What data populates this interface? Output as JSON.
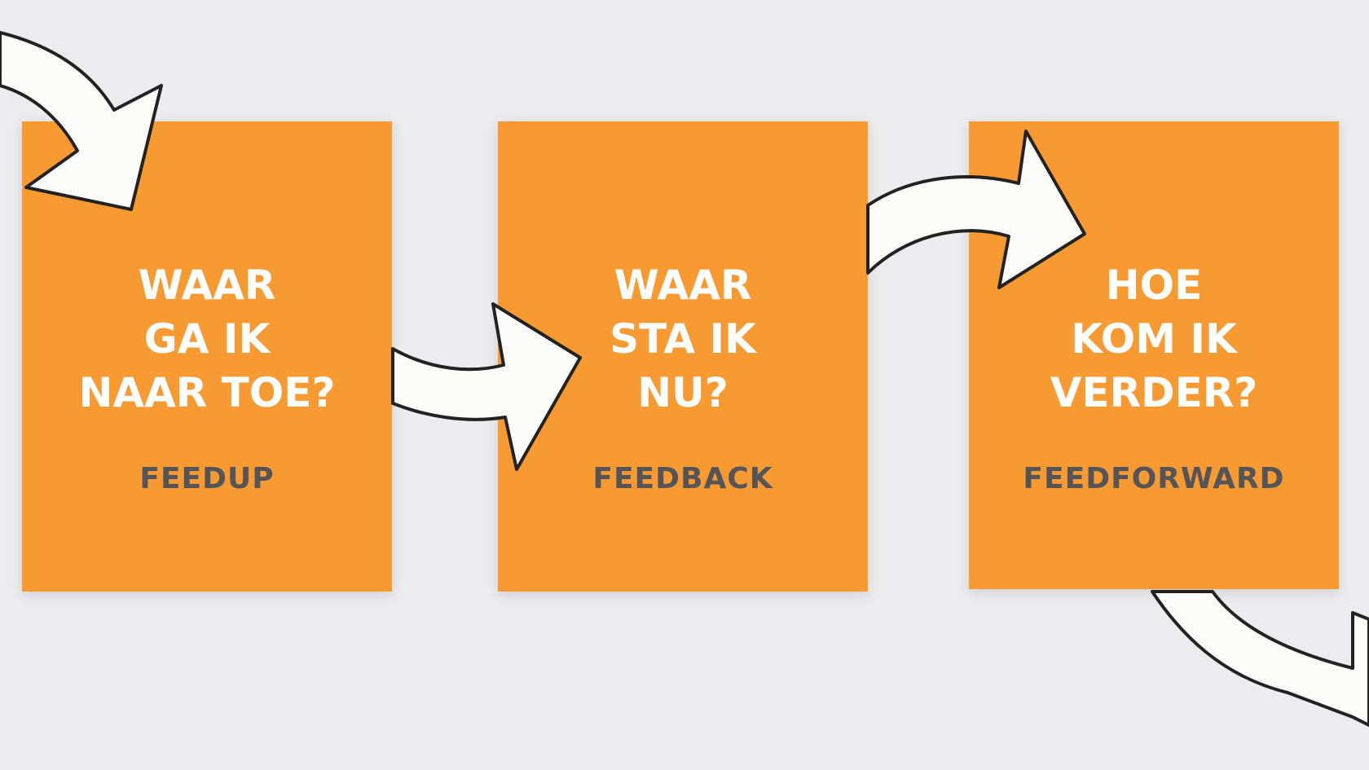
{
  "colors": {
    "background": "#ececee",
    "box": "#f79a32",
    "question_text": "#ffffff",
    "label_text": "#555559",
    "arrow_fill": "#fbfbf9",
    "arrow_outline": "#222222"
  },
  "steps": [
    {
      "question": "WAAR\nGA IK\nNAAR TOE?",
      "label": "FEEDUP"
    },
    {
      "question": "WAAR\nSTA IK\nNU?",
      "label": "FEEDBACK"
    },
    {
      "question": "HOE\nKOM IK\nVERDER?",
      "label": "FEEDFORWARD"
    }
  ]
}
